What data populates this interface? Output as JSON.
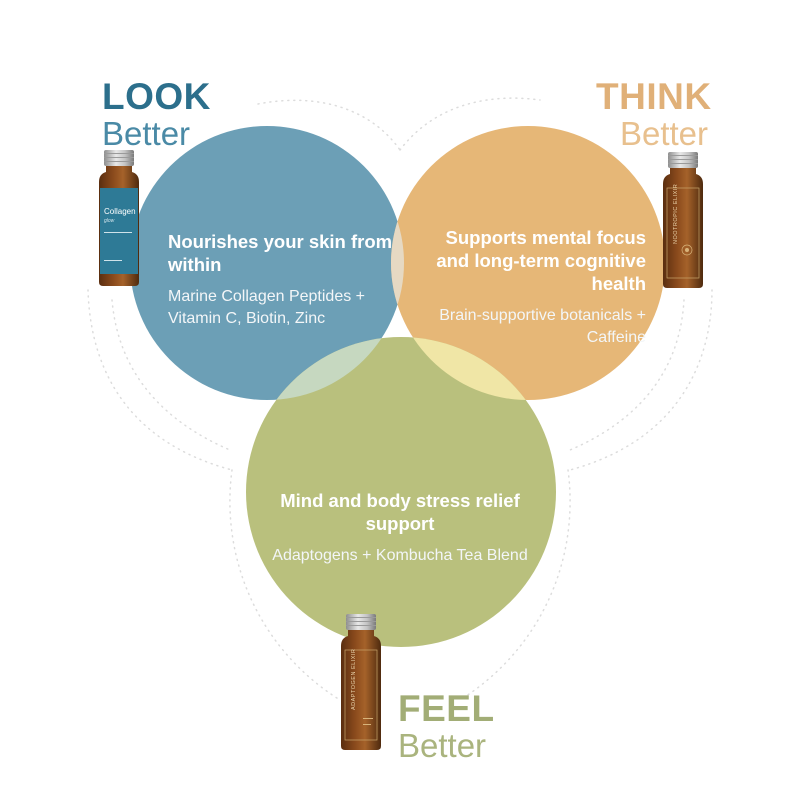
{
  "headings": {
    "look": {
      "bold": "LOOK",
      "light": "Better"
    },
    "think": {
      "bold": "THINK",
      "light": "Better"
    },
    "feel": {
      "bold": "FEEL",
      "light": "Better"
    }
  },
  "circles": {
    "look": {
      "title": "Nourishes your skin from within",
      "description": "Marine Collagen Peptides + Vitamin C, Biotin, Zinc",
      "color": "#6c9fb6"
    },
    "think": {
      "title": "Supports mental focus and long-term cognitive health",
      "description": "Brain-supportive botanicals + Caffeine",
      "color": "#e6b777"
    },
    "feel": {
      "title": "Mind and body stress relief support",
      "description": "Adaptogens + Kombucha Tea Blend",
      "color": "#b9c07d"
    }
  },
  "overlap_colors": {
    "look_think": "#e6d9c3",
    "look_feel": "#c6d8c0",
    "think_feel": "#f0e6a6",
    "center": "#ebe4cc"
  },
  "products": {
    "look": {
      "name": "Collagen",
      "icon": "collagen-bottle-icon",
      "label_color": "#2e7a96"
    },
    "think": {
      "name": "NOOTROPIC ELIXIR",
      "icon": "nootropic-elixir-bottle-icon"
    },
    "feel": {
      "name": "ADAPTOGEN ELIXIR",
      "icon": "adaptogen-elixir-bottle-icon"
    }
  }
}
